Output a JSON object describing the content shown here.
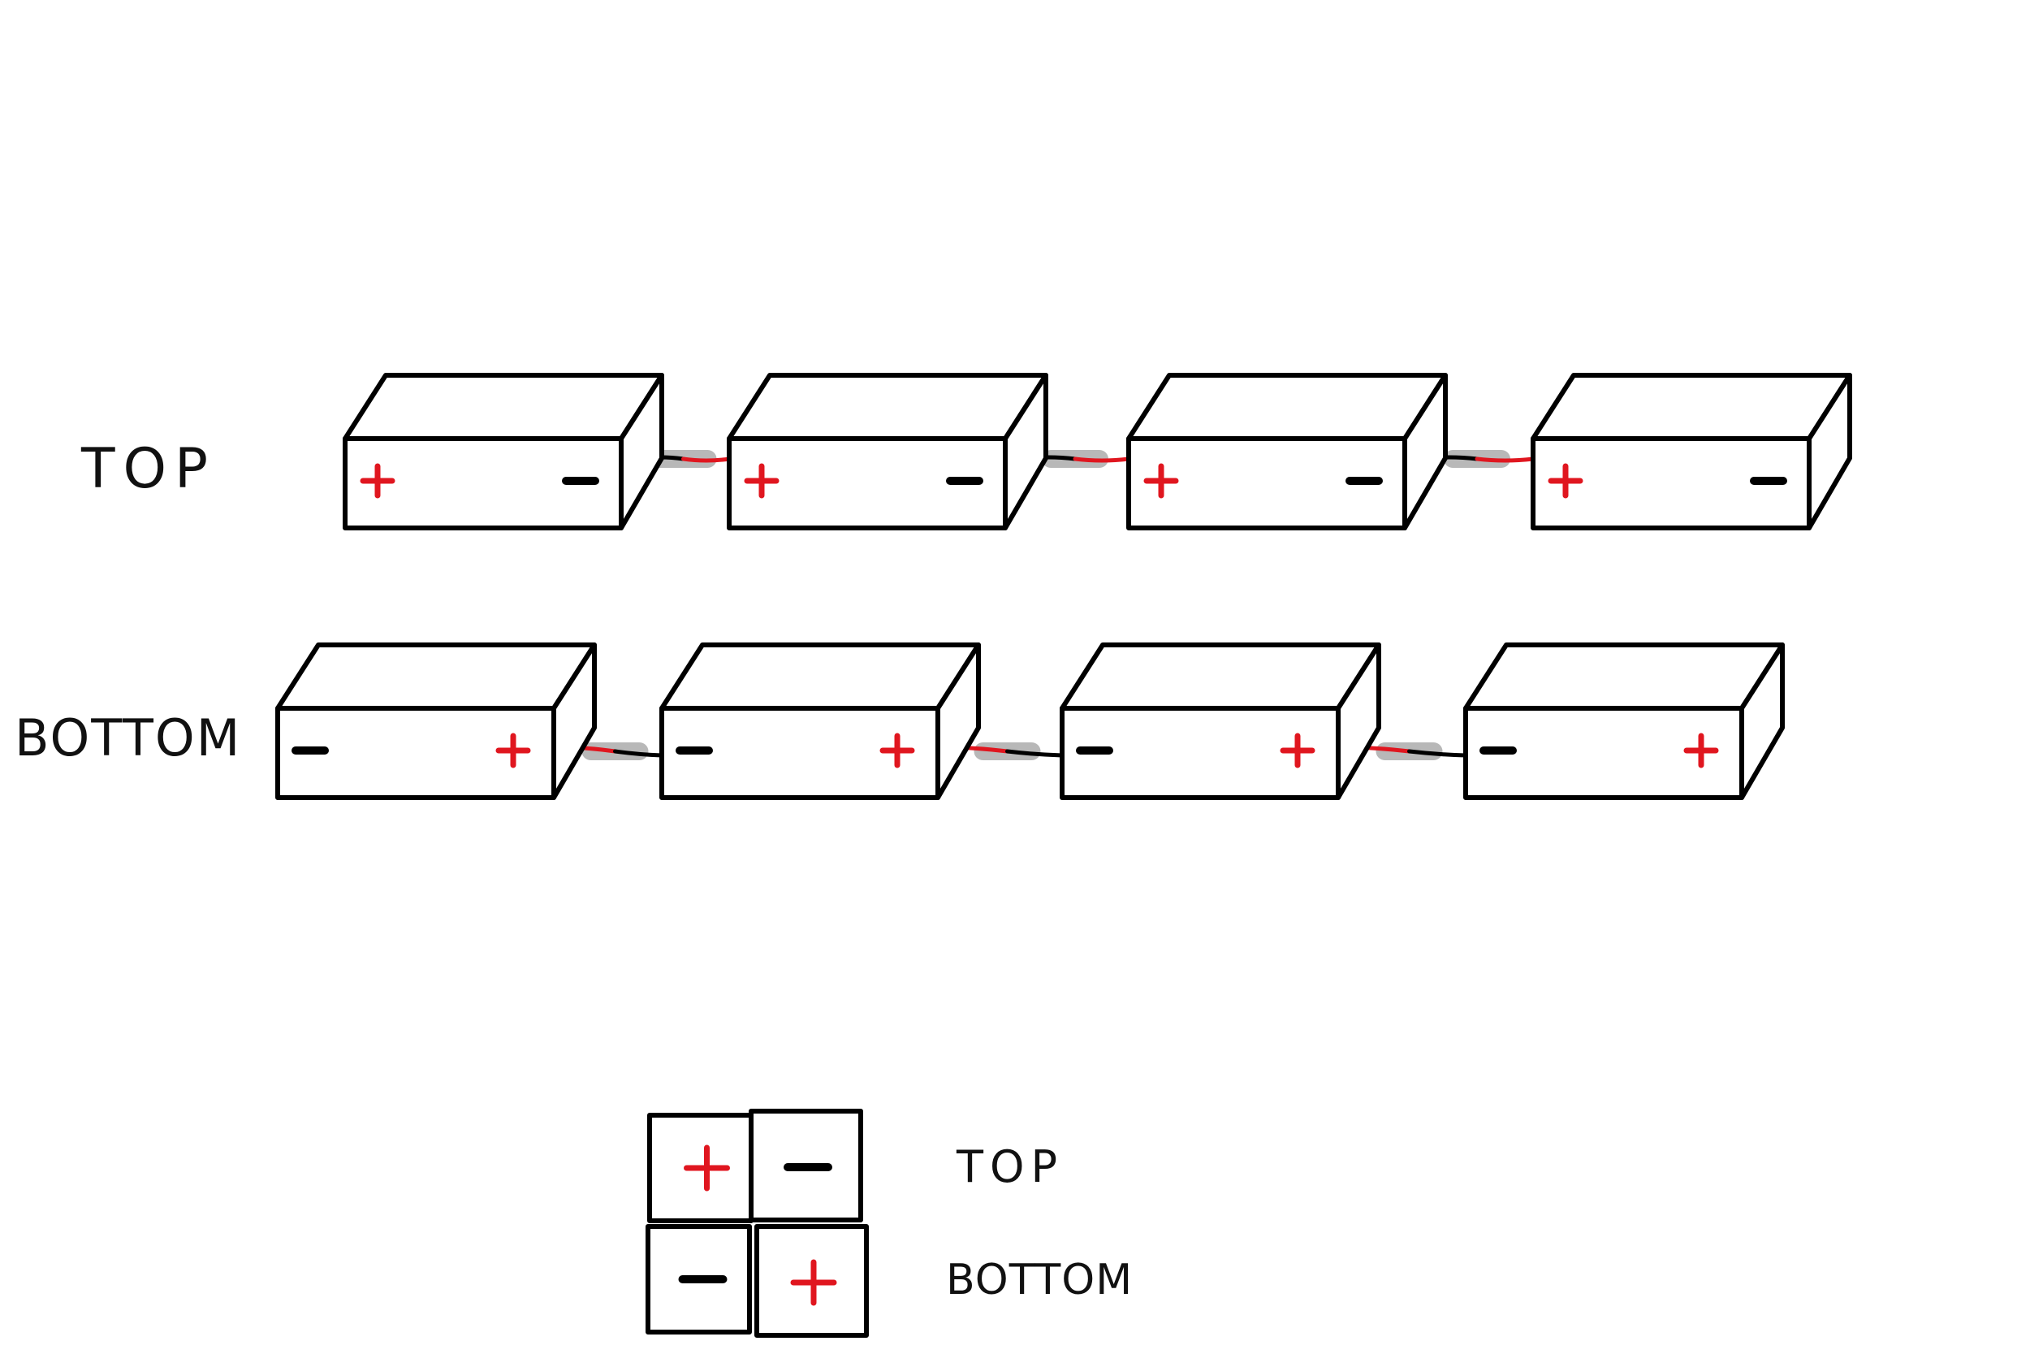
{
  "labels": {
    "top_row": "TOP",
    "bottom_row": "BOTTOM",
    "legend_top": "TOP",
    "legend_bottom": "BOTTOM"
  },
  "symbols": {
    "plus": "+",
    "minus": "—"
  },
  "colors": {
    "positive": "#e0161f",
    "negative": "#000000",
    "wire_sleeve": "#b8b8b8",
    "outline": "#000000"
  },
  "rows": {
    "top": {
      "cells": [
        {
          "left": "plus",
          "right": "minus"
        },
        {
          "left": "plus",
          "right": "minus"
        },
        {
          "left": "plus",
          "right": "minus"
        },
        {
          "left": "plus",
          "right": "minus"
        }
      ]
    },
    "bottom": {
      "cells": [
        {
          "left": "minus",
          "right": "plus"
        },
        {
          "left": "minus",
          "right": "plus"
        },
        {
          "left": "minus",
          "right": "plus"
        },
        {
          "left": "minus",
          "right": "plus"
        }
      ]
    }
  },
  "legend": {
    "top": {
      "left": "plus",
      "right": "minus"
    },
    "bottom": {
      "left": "minus",
      "right": "plus"
    }
  }
}
